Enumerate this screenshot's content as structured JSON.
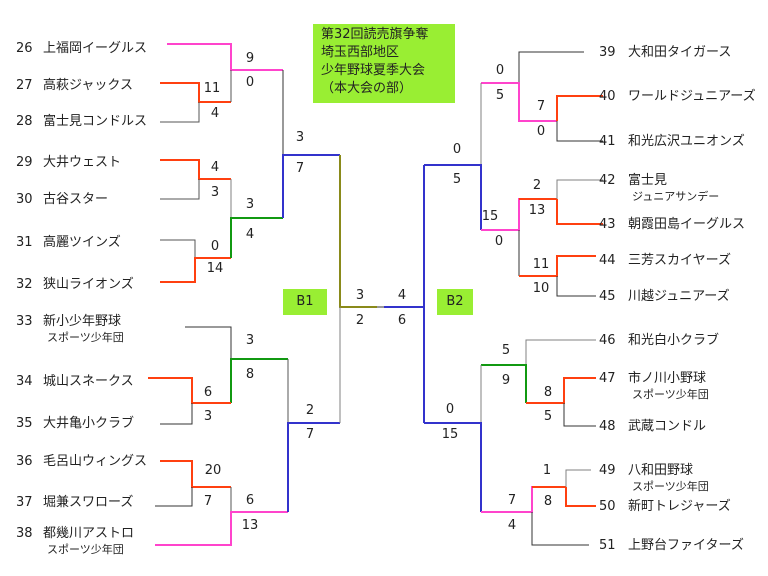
{
  "title": {
    "lines": [
      "第32回読売旗争奪",
      "埼玉西部地区",
      "少年野球夏季大会",
      "（本大会の部）"
    ]
  },
  "blocks": {
    "b1": "B1",
    "b2": "B2"
  },
  "teams": [
    {
      "no": "26",
      "name": "上福岡イーグルス"
    },
    {
      "no": "27",
      "name": "高萩ジャックス"
    },
    {
      "no": "28",
      "name": "富士見コンドルス"
    },
    {
      "no": "29",
      "name": "大井ウェスト"
    },
    {
      "no": "30",
      "name": "古谷スター"
    },
    {
      "no": "31",
      "name": "高麗ツインズ"
    },
    {
      "no": "32",
      "name": "狭山ライオンズ"
    },
    {
      "no": "33",
      "name": "新小少年野球",
      "sub": "スポーツ少年団"
    },
    {
      "no": "34",
      "name": "城山スネークス"
    },
    {
      "no": "35",
      "name": "大井亀小クラブ"
    },
    {
      "no": "36",
      "name": "毛呂山ウィングス"
    },
    {
      "no": "37",
      "name": "堀兼スワローズ"
    },
    {
      "no": "38",
      "name": "都幾川アストロ",
      "sub": "スポーツ少年団"
    },
    {
      "no": "39",
      "name": "大和田タイガース"
    },
    {
      "no": "40",
      "name": "ワールドジュニアーズ"
    },
    {
      "no": "41",
      "name": "和光広沢ユニオンズ"
    },
    {
      "no": "42",
      "name": "富士見",
      "sub": "ジュニアサンデー"
    },
    {
      "no": "43",
      "name": "朝霞田島イーグルス"
    },
    {
      "no": "44",
      "name": "三芳スカイヤーズ"
    },
    {
      "no": "45",
      "name": "川越ジュニアーズ"
    },
    {
      "no": "46",
      "name": "和光白小クラブ"
    },
    {
      "no": "47",
      "name": "市ノ川小野球",
      "sub": "スポーツ少年団"
    },
    {
      "no": "48",
      "name": "武蔵コンドル"
    },
    {
      "no": "49",
      "name": "八和田野球",
      "sub": "スポーツ少年団"
    },
    {
      "no": "50",
      "name": "新町トレジャーズ"
    },
    {
      "no": "51",
      "name": "上野台ファイターズ"
    }
  ],
  "scores": [
    "9",
    "0",
    "11",
    "4",
    "3",
    "7",
    "4",
    "3",
    "3",
    "4",
    "0",
    "14",
    "3",
    "2",
    "3",
    "8",
    "6",
    "3",
    "20",
    "7",
    "6",
    "13",
    "2",
    "7",
    "0",
    "5",
    "7",
    "0",
    "0",
    "5",
    "2",
    "13",
    "15",
    "0",
    "11",
    "10",
    "4",
    "6",
    "5",
    "9",
    "8",
    "5",
    "0",
    "15",
    "1",
    "8",
    "7",
    "4"
  ]
}
